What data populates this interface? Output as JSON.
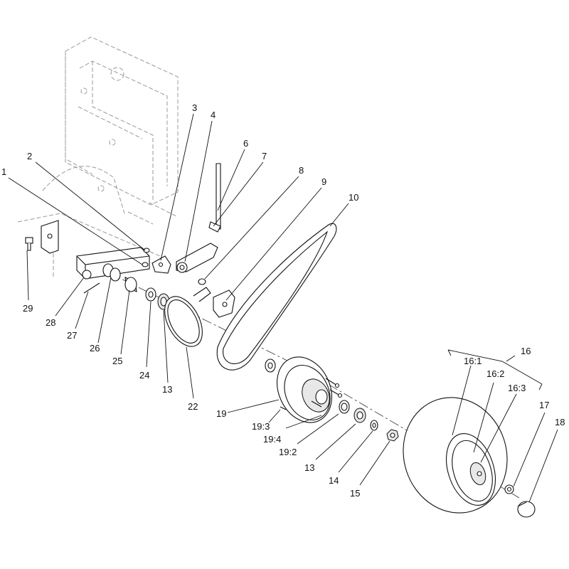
{
  "callouts": {
    "c1": "1",
    "c2": "2",
    "c3": "3",
    "c4": "4",
    "c6": "6",
    "c7": "7",
    "c8": "8",
    "c9": "9",
    "c10": "10",
    "c13a": "13",
    "c13b": "13",
    "c14": "14",
    "c15": "15",
    "c16": "16",
    "c16_1": "16:1",
    "c16_2": "16:2",
    "c16_3": "16:3",
    "c17": "17",
    "c18": "18",
    "c19": "19",
    "c19_2": "19:2",
    "c19_3": "19:3",
    "c19_4": "19:4",
    "c22": "22",
    "c24": "24",
    "c25": "25",
    "c26": "26",
    "c27": "27",
    "c28": "28",
    "c29": "29"
  },
  "colors": {
    "line": "#111111",
    "ghost": "#9a9a9a",
    "background": "#ffffff"
  }
}
